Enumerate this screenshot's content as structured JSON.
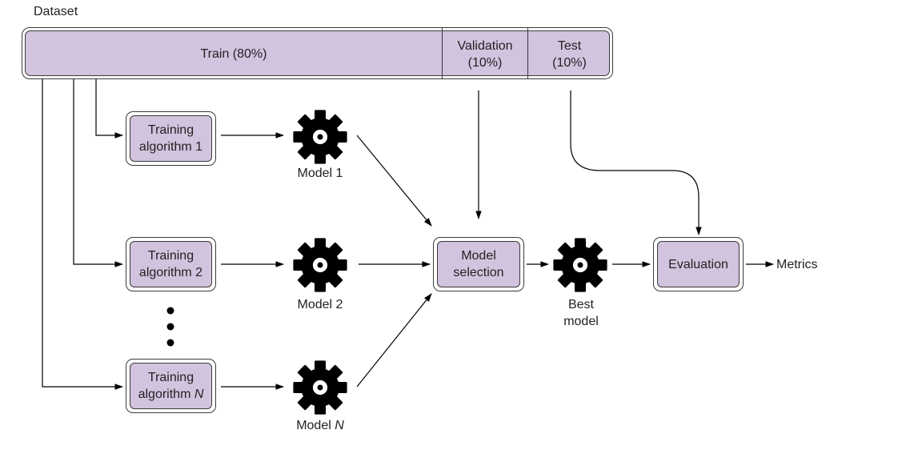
{
  "dataset": {
    "label": "Dataset",
    "train": "Train (80%)",
    "validation_line1": "Validation",
    "validation_line2": "(10%)",
    "test_line1": "Test",
    "test_line2": "(10%)"
  },
  "training": [
    {
      "line1": "Training",
      "line2": "algorithm 1"
    },
    {
      "line1": "Training",
      "line2": "algorithm 2"
    },
    {
      "line1": "Training",
      "line2_prefix": "algorithm ",
      "line2_italic": "N"
    }
  ],
  "models": [
    {
      "label": "Model 1"
    },
    {
      "label": "Model 2"
    },
    {
      "label_prefix": "Model ",
      "label_italic": "N"
    }
  ],
  "model_selection": {
    "line1": "Model",
    "line2": "selection"
  },
  "best_model": {
    "line1": "Best",
    "line2": "model"
  },
  "evaluation": {
    "label": "Evaluation"
  },
  "metrics": {
    "label": "Metrics"
  },
  "colors": {
    "box_fill": "#d2c3de",
    "stroke": "#3a3a3a",
    "gear": "#000000"
  },
  "icons": {
    "model": "gear-icon",
    "ellipsis": "vertical-dots"
  }
}
